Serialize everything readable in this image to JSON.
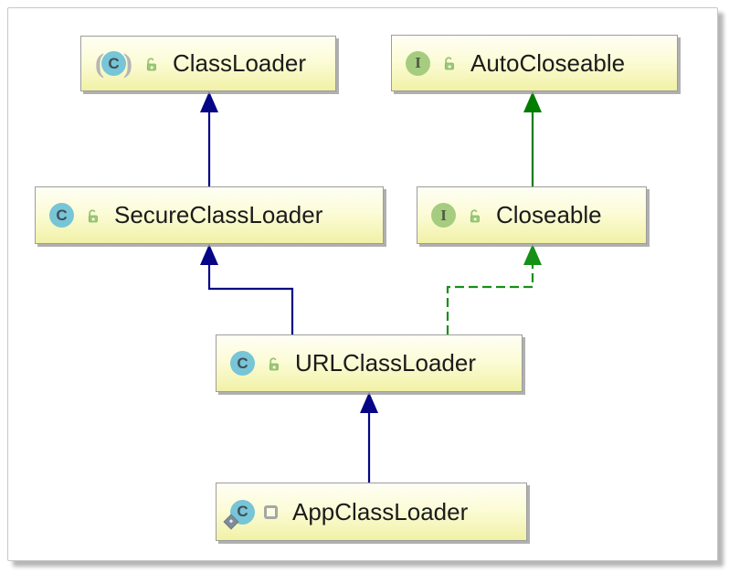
{
  "diagram": {
    "edge_colors": {
      "extends_class": "#050586",
      "extends_interface": "#017d01",
      "implements": "#169016"
    },
    "node_colors": {
      "fill_top": "#fffef4",
      "fill_bottom": "#f1f1a7",
      "border": "#9d9d9d"
    },
    "icon_letters": {
      "class": "C",
      "interface": "I"
    },
    "nodes": [
      {
        "label": "ClassLoader",
        "kind": "class",
        "modifier": "abstract",
        "visibility": "public"
      },
      {
        "label": "AutoCloseable",
        "kind": "interface",
        "modifier": "",
        "visibility": "public"
      },
      {
        "label": "SecureClassLoader",
        "kind": "class",
        "modifier": "",
        "visibility": "public"
      },
      {
        "label": "Closeable",
        "kind": "interface",
        "modifier": "",
        "visibility": "public"
      },
      {
        "label": "URLClassLoader",
        "kind": "class",
        "modifier": "",
        "visibility": "public"
      },
      {
        "label": "AppClassLoader",
        "kind": "class",
        "modifier": "static",
        "visibility": "package-private"
      }
    ],
    "edges": [
      {
        "from": "SecureClassLoader",
        "to": "ClassLoader",
        "relation": "extends",
        "style": "solid"
      },
      {
        "from": "Closeable",
        "to": "AutoCloseable",
        "relation": "extends",
        "style": "solid"
      },
      {
        "from": "URLClassLoader",
        "to": "SecureClassLoader",
        "relation": "extends",
        "style": "solid"
      },
      {
        "from": "URLClassLoader",
        "to": "Closeable",
        "relation": "implements",
        "style": "dashed"
      },
      {
        "from": "AppClassLoader",
        "to": "URLClassLoader",
        "relation": "extends",
        "style": "solid"
      }
    ]
  }
}
